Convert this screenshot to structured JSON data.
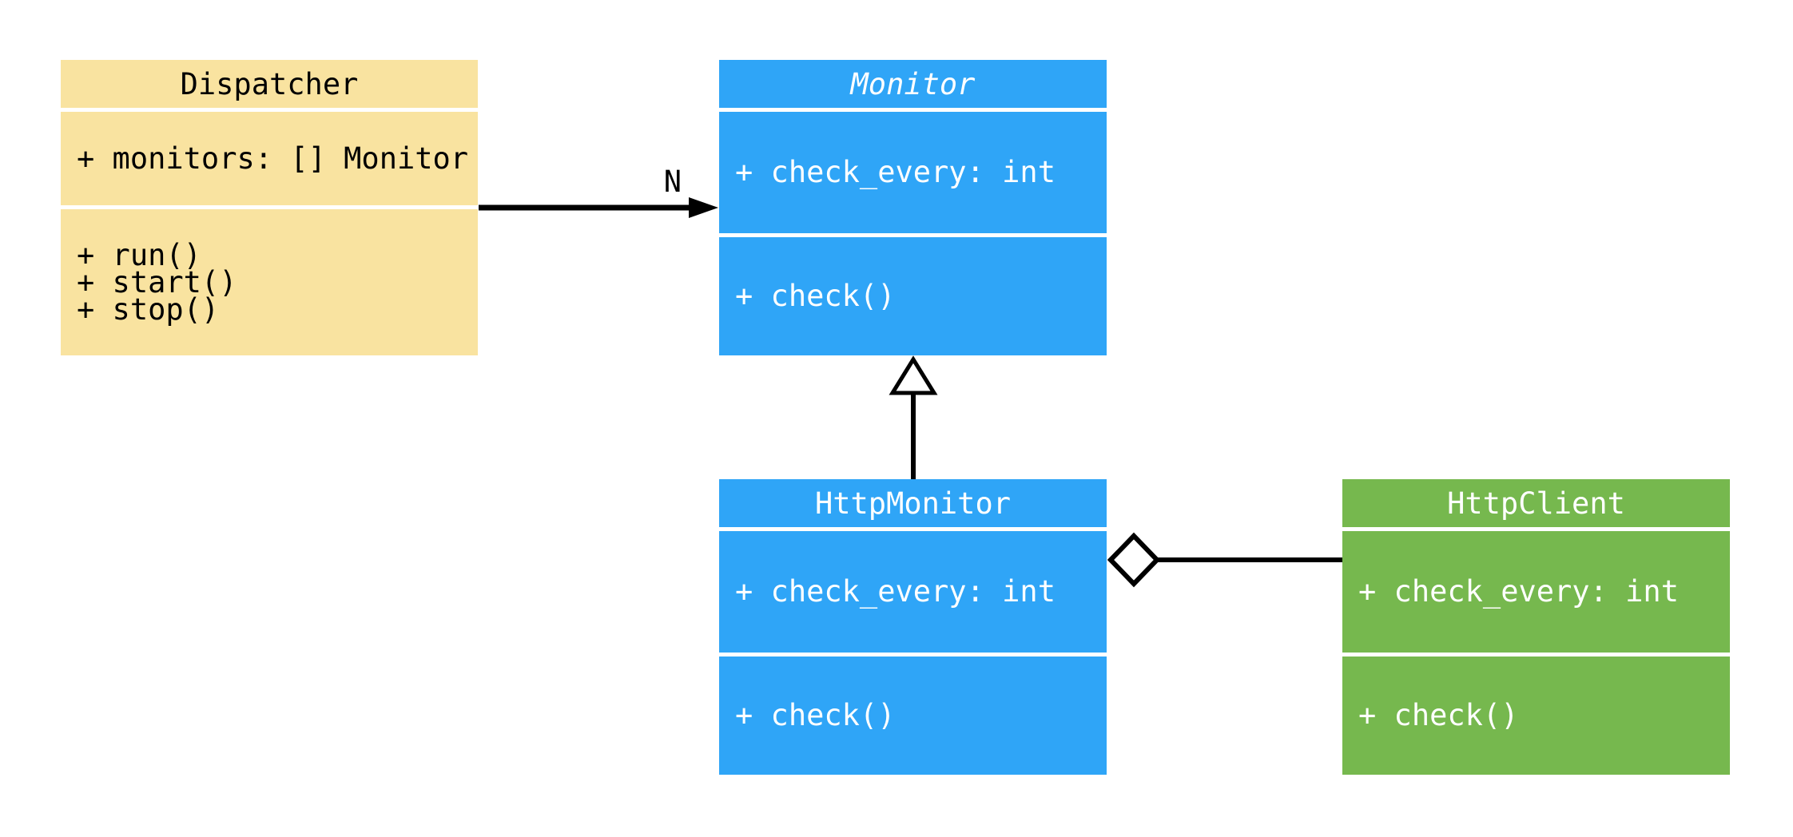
{
  "diagram": {
    "kind": "uml-class-diagram",
    "colors": {
      "dispatcher_fill": "#F9E3A0",
      "monitor_fill": "#2FA5F7",
      "httpclient_fill": "#76B84E",
      "text_dark": "#000000",
      "text_light": "#FFFFFF",
      "connector": "#000000",
      "background": "#FFFFFF"
    },
    "classes": [
      {
        "name": "Dispatcher",
        "abstract": false,
        "attributes": [
          "+ monitors: [] Monitor"
        ],
        "methods": [
          "+ run()",
          "+ start()",
          "+ stop()"
        ]
      },
      {
        "name": "Monitor",
        "abstract": true,
        "attributes": [
          "+ check_every: int"
        ],
        "methods": [
          "+ check()"
        ]
      },
      {
        "name": "HttpMonitor",
        "abstract": false,
        "attributes": [
          "+ check_every: int"
        ],
        "methods": [
          "+ check()"
        ]
      },
      {
        "name": "HttpClient",
        "abstract": false,
        "attributes": [
          "+ check_every: int"
        ],
        "methods": [
          "+ check()"
        ]
      }
    ],
    "relationships": [
      {
        "type": "association",
        "from": "Dispatcher",
        "to": "Monitor",
        "label": "N"
      },
      {
        "type": "inheritance",
        "from": "HttpMonitor",
        "to": "Monitor",
        "label": ""
      },
      {
        "type": "aggregation",
        "from": "HttpMonitor",
        "to": "HttpClient",
        "label": ""
      }
    ]
  }
}
